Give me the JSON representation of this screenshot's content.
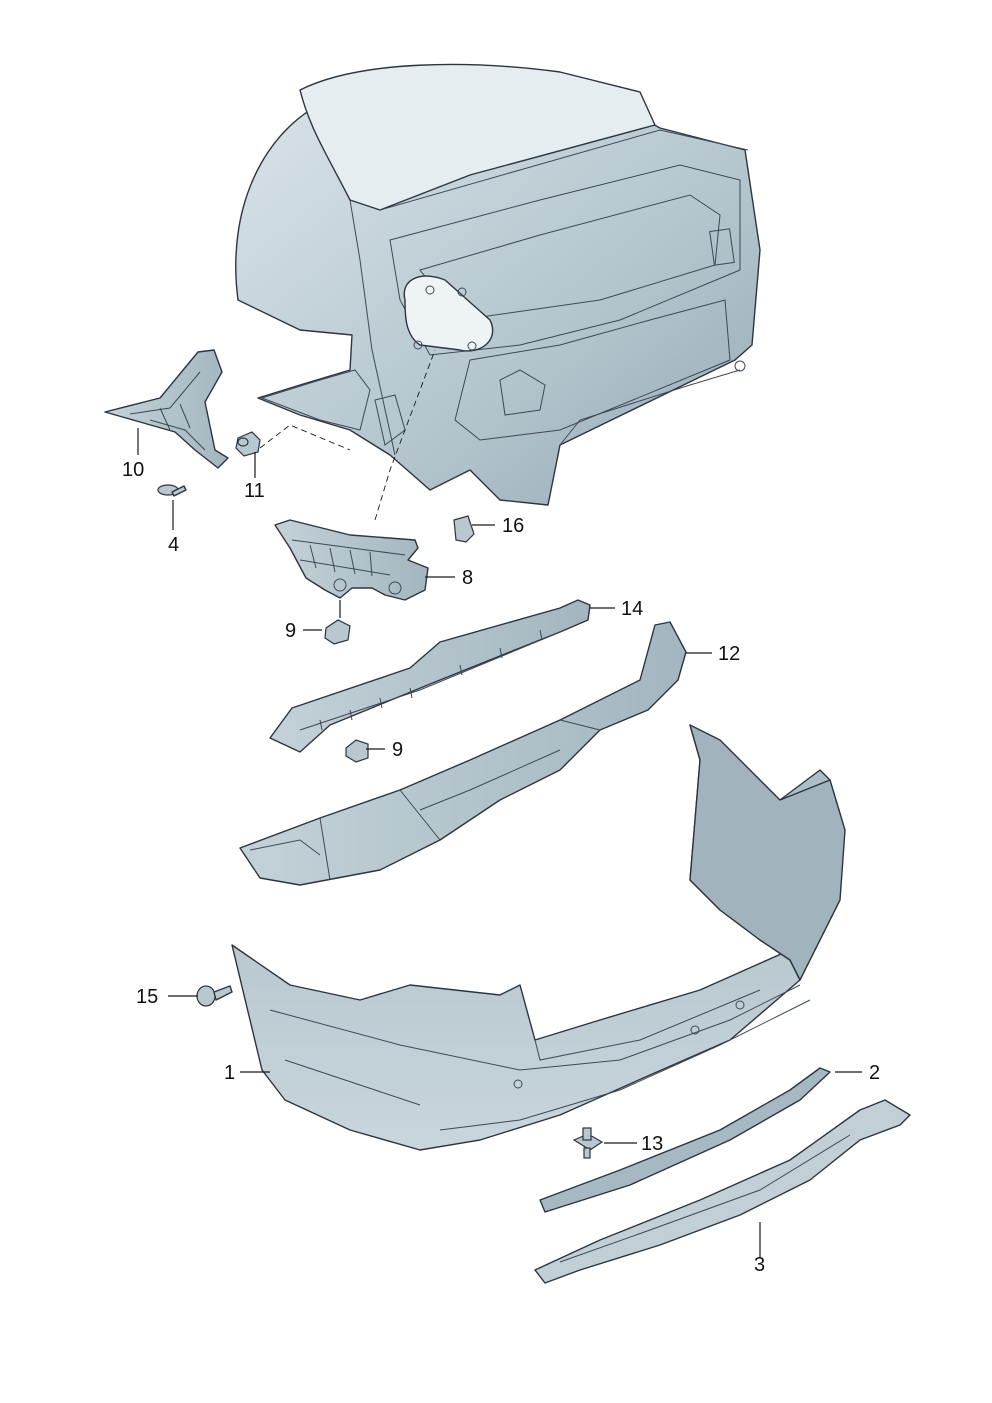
{
  "diagram": {
    "callouts": {
      "c1": "1",
      "c2": "2",
      "c3": "3",
      "c4": "4",
      "c8": "8",
      "c9a": "9",
      "c9b": "9",
      "c10": "10",
      "c11": "11",
      "c12": "12",
      "c13": "13",
      "c14": "14",
      "c15": "15",
      "c16": "16"
    }
  },
  "colors": {
    "part_fill_light": "#c5d3d9",
    "part_fill_mid": "#a9bcc5",
    "part_fill_dark": "#8fa5b0",
    "glass": "#e2eaee",
    "line": "#2c3440"
  }
}
